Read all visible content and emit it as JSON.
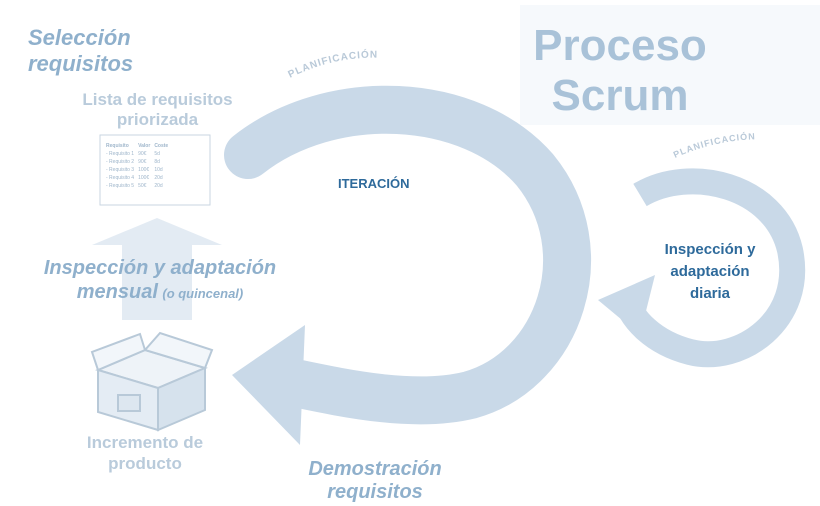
{
  "diagram": {
    "title_line1": "Proceso",
    "title_line2": "Scrum",
    "seleccion_line1": "Selección",
    "seleccion_line2": "requisitos",
    "lista_line1": "Lista de requisitos",
    "lista_line2": "priorizada",
    "planificacion_main": "PLANIFICACIÓN",
    "planificacion_small": "PLANIFICACIÓN",
    "iteracion": "ITERACIÓN",
    "inspeccion_mensual_line1": "Inspección y adaptación",
    "inspeccion_mensual_line2": "mensual",
    "inspeccion_mensual_note": "(o quincenal)",
    "inspeccion_diaria_line1": "Inspección y",
    "inspeccion_diaria_line2": "adaptación",
    "inspeccion_diaria_line3": "diaria",
    "incremento_line1": "Incremento de",
    "incremento_line2": "producto",
    "demostracion_line1": "Demostración",
    "demostracion_line2": "requisitos"
  },
  "requirements_table": {
    "headers": [
      "Requisito",
      "Valor",
      "Coste"
    ],
    "rows": [
      [
        "- Requisito 1",
        "90€",
        "5d"
      ],
      [
        "- Requisito 2",
        "90€",
        "8d"
      ],
      [
        "- Requisito 3",
        "100€",
        "10d"
      ],
      [
        "- Requisito 4",
        "100€",
        "20d"
      ],
      [
        "- Requisito 5",
        "50€",
        "20d"
      ]
    ]
  },
  "icons": [
    "up-arrow-icon",
    "box-icon",
    "cycle-arrow-icon"
  ],
  "colors": {
    "arrow": "#c9d9e8",
    "title": "#a9c2d8",
    "italic_label": "#8fb0cc",
    "accent_text": "#2e6a9b"
  }
}
